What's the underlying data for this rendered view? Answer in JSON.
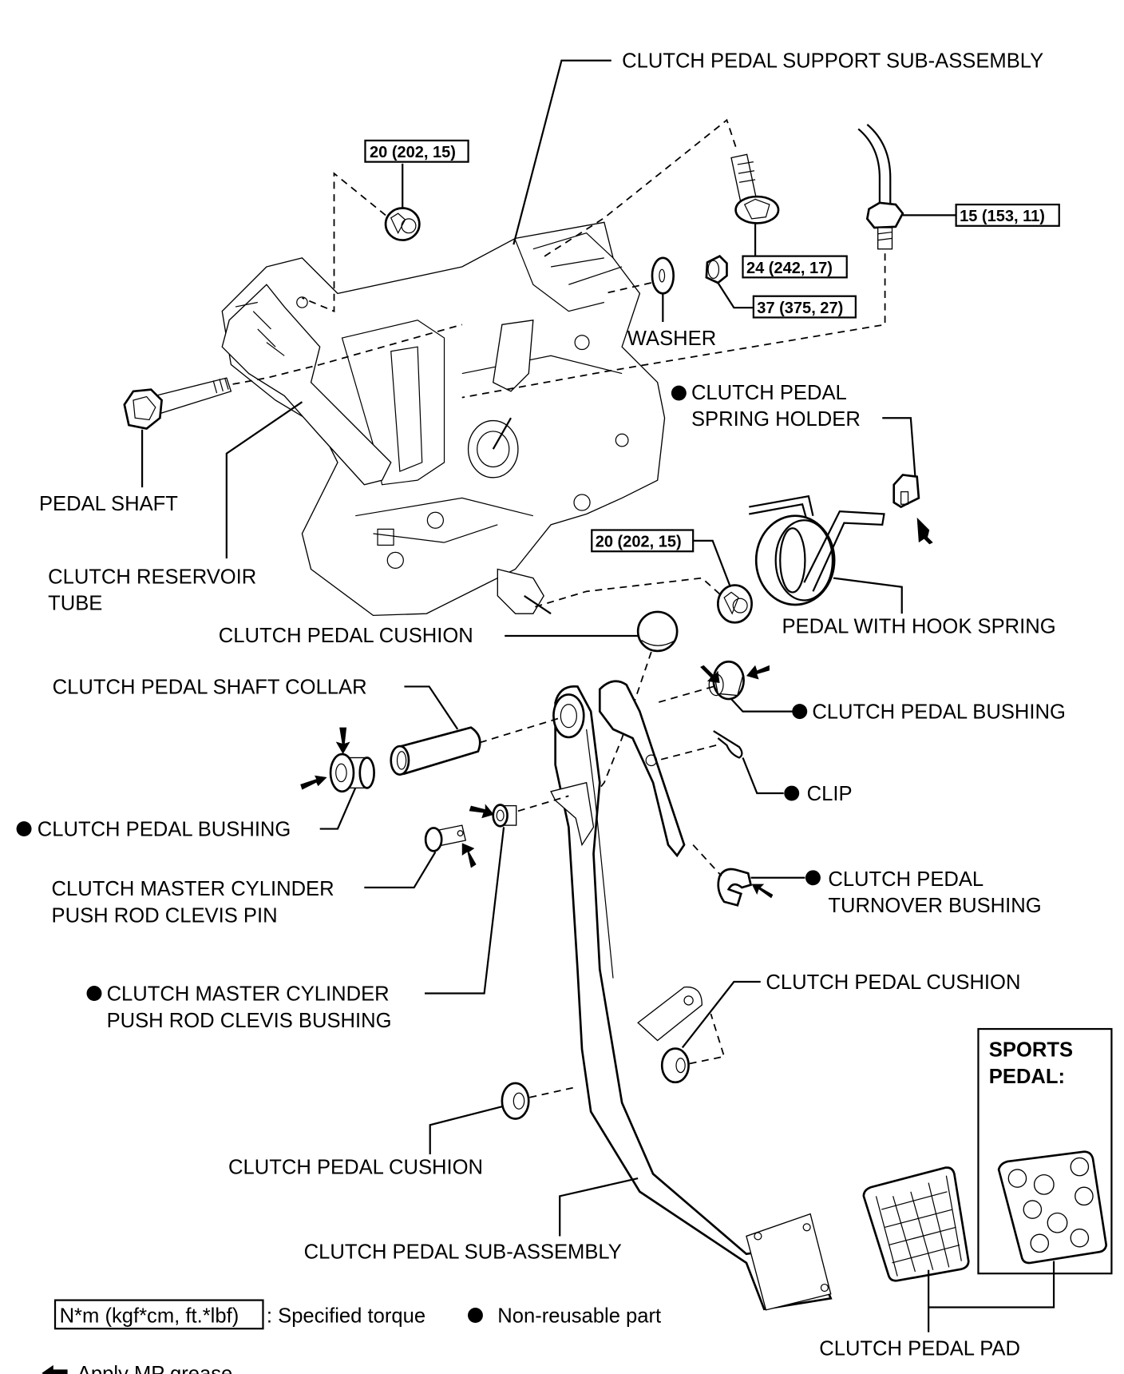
{
  "diagram": {
    "title": "Clutch pedal exploded view",
    "labels": {
      "support_sub_assembly": "CLUTCH PEDAL SUPPORT SUB-ASSEMBLY",
      "washer": "WASHER",
      "spring_holder_1": "CLUTCH PEDAL",
      "spring_holder_2": "SPRING HOLDER",
      "pedal_shaft": "PEDAL SHAFT",
      "reservoir_tube_1": "CLUTCH RESERVOIR",
      "reservoir_tube_2": "TUBE",
      "hook_spring": "PEDAL WITH HOOK SPRING",
      "cushion_top": "CLUTCH PEDAL CUSHION",
      "shaft_collar": "CLUTCH PEDAL SHAFT COLLAR",
      "bushing_right": "CLUTCH PEDAL BUSHING",
      "bushing_left": "CLUTCH PEDAL BUSHING",
      "clip": "CLIP",
      "clevis_pin_1": "CLUTCH MASTER CYLINDER",
      "clevis_pin_2": "PUSH ROD CLEVIS PIN",
      "turnover_bushing_1": "CLUTCH PEDAL",
      "turnover_bushing_2": "TURNOVER BUSHING",
      "clevis_bushing_1": "CLUTCH MASTER CYLINDER",
      "clevis_bushing_2": "PUSH ROD CLEVIS BUSHING",
      "cushion_right": "CLUTCH PEDAL CUSHION",
      "cushion_bottom": "CLUTCH PEDAL CUSHION",
      "pedal_sub_assembly": "CLUTCH PEDAL SUB-ASSEMBLY",
      "pedal_pad": "CLUTCH PEDAL PAD",
      "sports_pedal_1": "SPORTS",
      "sports_pedal_2": "PEDAL:"
    },
    "torques": {
      "nut_top": "20 (202, 15)",
      "bolt_right": "24 (242, 17)",
      "nut_right": "37 (375, 27)",
      "union": "15 (153, 11)",
      "nut_lower": "20 (202, 15)"
    },
    "non_reusable_parts": [
      "CLUTCH PEDAL SPRING HOLDER",
      "CLUTCH PEDAL BUSHING",
      "CLIP",
      "CLUTCH PEDAL TURNOVER BUSHING",
      "CLUTCH MASTER CYLINDER PUSH ROD CLEVIS BUSHING"
    ]
  },
  "legend": {
    "torque_unit": "N*m (kgf*cm, ft.*lbf)",
    "torque_text": ": Specified torque",
    "non_reusable_text": "Non-reusable part",
    "grease_text": "Apply MP grease"
  }
}
